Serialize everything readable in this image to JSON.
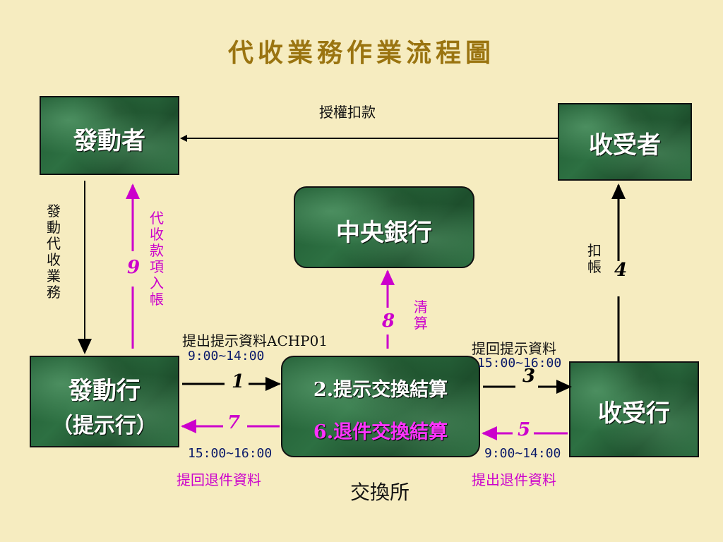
{
  "title": "代收業務作業流程圖",
  "nodes": {
    "originator": "發動者",
    "receiver": "收受者",
    "central_bank": "中央銀行",
    "originating_bank_line1": "發動行",
    "originating_bank_line2": "（提示行）",
    "receiving_bank": "收受行",
    "clearing_line1": "2.提示交換結算",
    "clearing_line2": "6.退件交換結算",
    "clearing_house": "交換所"
  },
  "labels": {
    "authorize_debit": "授權扣款",
    "initiate_collection": "發動代收業務",
    "collection_credit": "代收款項入帳",
    "debit_account": "扣帳",
    "clearing": "清算",
    "submit_data": "提出提示資料ACHP01",
    "submit_time": "9:00~14:00",
    "retrieve_data": "提回提示資料",
    "retrieve_time": "15:00~16:00",
    "return_retrieve_time": "15:00~16:00",
    "return_retrieve_data": "提回退件資料",
    "return_submit_time": "9:00~14:00",
    "return_submit_data": "提出退件資料"
  },
  "steps": {
    "s1": "1",
    "s3": "3",
    "s4": "4",
    "s5": "5",
    "s7": "7",
    "s8": "8",
    "s9": "9"
  },
  "colors": {
    "background": "#f6ecc0",
    "title": "#9a7410",
    "box": "#1f5a32",
    "highlight": "#cc00cc",
    "time": "#0a1a6a",
    "line": "#000000"
  }
}
